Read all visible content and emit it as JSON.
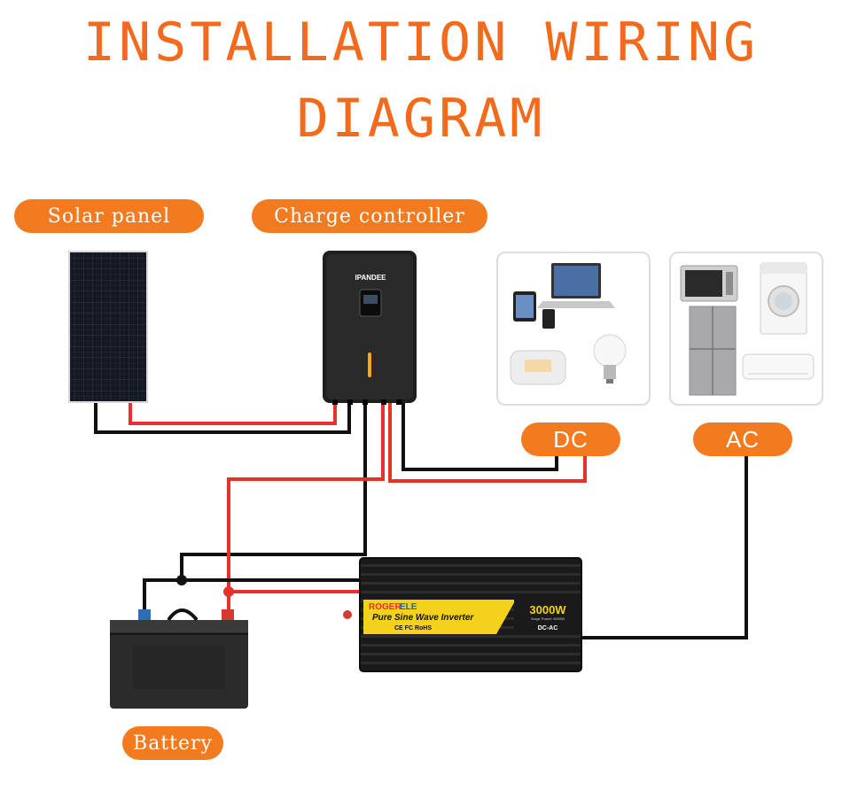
{
  "title": {
    "line1": "INSTALLATION WIRING",
    "line2": "DIAGRAM"
  },
  "labels": {
    "solar_panel": "Solar panel",
    "charge_controller": "Charge controller",
    "dc": "DC",
    "ac": "AC",
    "battery": "Battery"
  },
  "controller": {
    "brand": "IPANDEE"
  },
  "inverter": {
    "brand_prefix": "ROGER",
    "brand_suffix": "ELE",
    "product": "Pure Sine Wave Inverter",
    "certs": "CE FC RoHS",
    "power": "3000W",
    "surge": "Surge Power: 6000W",
    "type": "DC-AC"
  },
  "colors": {
    "accent": "#f47a20",
    "title": "#f26a1b",
    "wire_positive": "#e8312a",
    "wire_negative": "#111111"
  }
}
